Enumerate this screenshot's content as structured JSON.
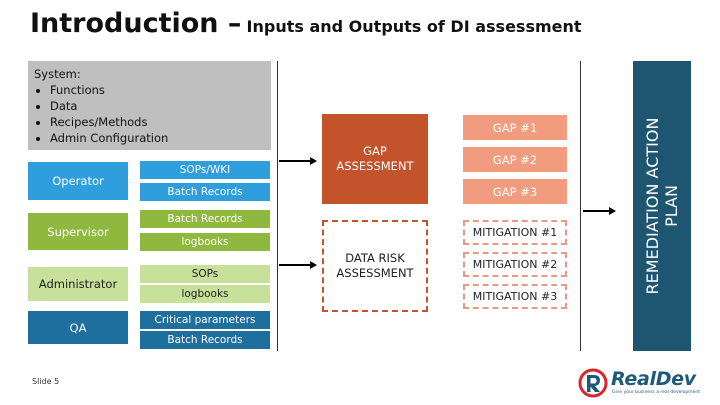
{
  "title": {
    "main": "Introduction –",
    "sub": "Inputs and Outputs of DI assessment"
  },
  "system": {
    "heading": "System:",
    "items": [
      "Functions",
      "Data",
      "Recipes/Methods",
      "Admin Configuration"
    ]
  },
  "roles": [
    {
      "label": "Operator",
      "items": [
        "SOPs/WKI",
        "Batch Records"
      ]
    },
    {
      "label": "Supervisor",
      "items": [
        "Batch Records",
        "logbooks"
      ]
    },
    {
      "label": "Administrator",
      "items": [
        "SOPs",
        "logbooks"
      ]
    },
    {
      "label": "QA",
      "items": [
        "Critical parameters",
        "Batch Records"
      ]
    }
  ],
  "assessments": {
    "gap": [
      "GAP",
      "ASSESSMENT"
    ],
    "risk": [
      "DATA RISK",
      "ASSESSMENT"
    ]
  },
  "gaps": [
    "GAP #1",
    "GAP #2",
    "GAP #3"
  ],
  "mitigations": [
    "MITIGATION #1",
    "MITIGATION #2",
    "MITIGATION #3"
  ],
  "remediation": [
    "REMEDIATION ACTION",
    "PLAN"
  ],
  "footer": {
    "slide": "Slide 5",
    "logo_text": "RealDev",
    "logo_tagline": "Give your business a real development"
  },
  "colors": {
    "blue": "#2e9fdc",
    "green": "#8eb83e",
    "light_green": "#c7e19b",
    "navy": "#1e6f9e",
    "orange": "#c2532b",
    "salmon": "#f19c7f",
    "dark_teal": "#1e5672",
    "system_gray": "#bfbfbf"
  }
}
